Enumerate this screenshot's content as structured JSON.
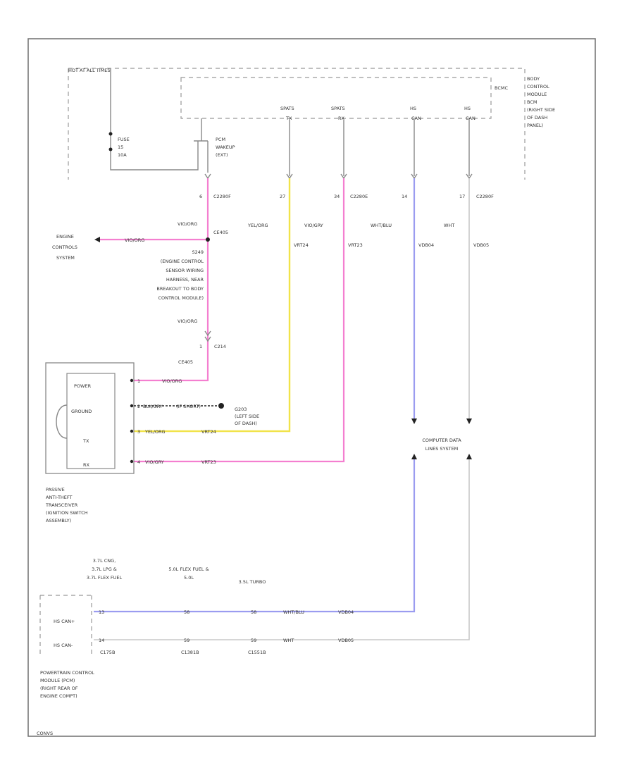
{
  "bcm": {
    "hot_label": "HOT AT ALL TIMES",
    "module_label_lines": [
      "BODY",
      "CONTROL",
      "MODULE",
      "BCM",
      "(RIGHT SIDE",
      "OF DASH",
      "PANEL)"
    ],
    "bcmc_label": "BCMC",
    "fuse_label_lines": [
      "FUSE",
      "15",
      "10A"
    ],
    "pcm_wakeup_lines": [
      "PCM",
      "WAKEUP",
      "(EXT)"
    ],
    "pin_labels": [
      "SPATS",
      "SPATS",
      "HS",
      "HS"
    ],
    "pin_sublabels": [
      "TX",
      "RX",
      "CAN",
      "CAN"
    ]
  },
  "connectors": {
    "c2280f_left": "C2280F",
    "c2280e": "C2280E",
    "c2280f_right": "C2280F",
    "pin_nums": [
      "6",
      "27",
      "34",
      "14",
      "17"
    ]
  },
  "wires": {
    "vio_org_top": "VIO/ORG",
    "yel_org": "YEL/ORG",
    "vio_gry": "VIO/GRY",
    "wht_blu": "WHT/BLU",
    "wht": "WHT",
    "ckt_yel": "VRT24",
    "ckt_vio": "VRT23",
    "ckt_blu": "VDB04",
    "ckt_wht": "VDB05",
    "splice_s": "CE405",
    "vio_org_engine": "VIO/ORG",
    "vio_org_lower": "VIO/ORG",
    "c214": "C214",
    "c214_pin": "1",
    "ce405_lower": "CE405"
  },
  "engine": {
    "label_lines": [
      "ENGINE",
      "CONTROLS",
      "SYSTEM"
    ],
    "splice_note_lines": [
      "S249",
      "(ENGINE CONTROL",
      "SENSOR WIRING",
      "HARNESS, NEAR",
      "BREAKOUT TO BODY",
      "CONTROL MODULE)"
    ]
  },
  "transceiver": {
    "pins": [
      "POWER",
      "GROUND",
      "TX",
      "RX"
    ],
    "pin_nums": [
      "1",
      "2",
      "3",
      "4"
    ],
    "wire_labels": [
      "VIO/ORG",
      "BLK/GRY",
      "YEL/ORG",
      "VIO/GRY"
    ],
    "ckt_labels": [
      "",
      "",
      "VRT24",
      "VRT23"
    ],
    "ckt_note": "(IF SHORT)",
    "ground_lines": [
      "G203",
      "(LEFT SIDE",
      "OF DASH)"
    ],
    "name_lines": [
      "PASSIVE",
      "ANTI-THEFT",
      "TRANSCEIVER",
      "(IGNITION SWITCH",
      "ASSEMBLY)"
    ]
  },
  "cds": {
    "label_lines": [
      "COMPUTER DATA",
      "LINES SYSTEM"
    ]
  },
  "pcm": {
    "engine_notes": [
      [
        "3.7L CNG,",
        "3.7L LPG &",
        "3.7L FLEX FUEL"
      ],
      [
        "5.0L FLEX FUEL &",
        "5.0L"
      ],
      [
        "3.5L TURBO"
      ]
    ],
    "pins": [
      "HS CAN+",
      "HS CAN-"
    ],
    "pin_nums_a": [
      "13",
      "14"
    ],
    "pin_nums_b": [
      "58",
      "59"
    ],
    "pin_nums_c": [
      "58",
      "59"
    ],
    "conns": [
      "C175B",
      "C1381B",
      "C1551B"
    ],
    "wire_hi": "WHT/BLU",
    "ckt_hi": "VDB04",
    "wire_lo": "WHT",
    "ckt_lo": "VDB05",
    "name_lines": [
      "POWERTRAIN CONTROL",
      "MODULE (PCM)",
      "(RIGHT REAR OF",
      "ENGINE COMPT)"
    ]
  },
  "footer": {
    "code": "CONVS"
  }
}
